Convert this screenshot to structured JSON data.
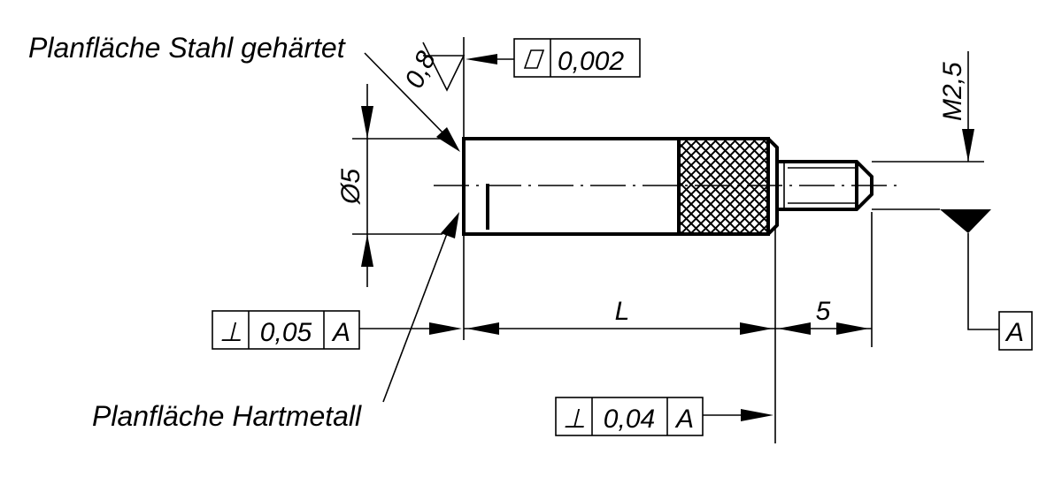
{
  "labels": {
    "surface_steel": "Planfläche Stahl gehärtet",
    "surface_carbide": "Planfläche Hartmetall"
  },
  "dimensions": {
    "diameter": "Ø5",
    "thread": "M2,5",
    "length": "L",
    "thread_length": "5",
    "roughness": "0,8"
  },
  "tolerances": {
    "flatness": {
      "symbol": "⏥",
      "value": "0,002"
    },
    "perpendicularity_left": {
      "symbol": "⊥",
      "value": "0,05",
      "datum": "A"
    },
    "perpendicularity_bottom": {
      "symbol": "⊥",
      "value": "0,04",
      "datum": "A"
    }
  },
  "datum": {
    "label": "A"
  }
}
